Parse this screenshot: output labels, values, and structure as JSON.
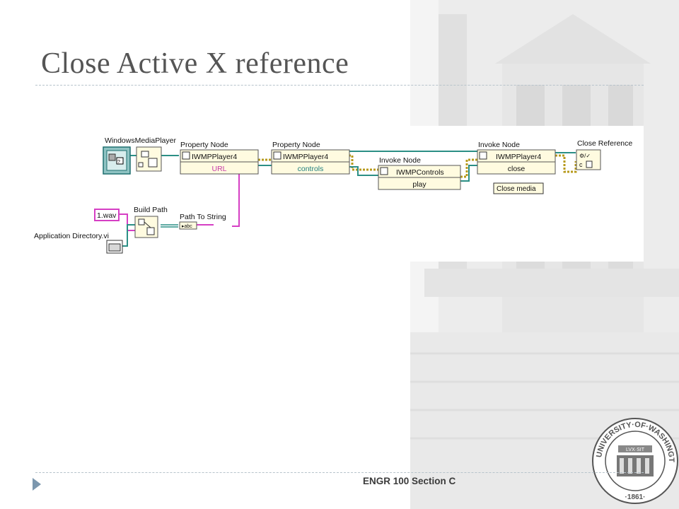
{
  "slide": {
    "title": "Close Active X reference",
    "footer": "ENGR 100 Section C"
  },
  "diagram": {
    "windows_media_player": "WindowsMediaPlayer",
    "property_node_1": {
      "title": "Property Node",
      "class": "IWMPPlayer4",
      "property": "URL"
    },
    "property_node_2": {
      "title": "Property Node",
      "class": "IWMPPlayer4",
      "property": "controls"
    },
    "invoke_node_1": {
      "title": "Invoke Node",
      "class": "IWMPControls",
      "method": "play"
    },
    "invoke_node_2": {
      "title": "Invoke Node",
      "class": "IWMPPlayer4",
      "method": "close"
    },
    "close_reference": "Close Reference",
    "close_media_comment": "Close media",
    "wav_constant": "1.wav",
    "build_path": "Build Path",
    "path_to_string": "Path To String",
    "app_dir": "Application Directory.vi"
  },
  "theme": {
    "pink_wire": "#d63fc4",
    "teal_wire": "#2b8f85",
    "refnum_wire": "#b79a1c",
    "node_fill": "#fffbe0"
  }
}
